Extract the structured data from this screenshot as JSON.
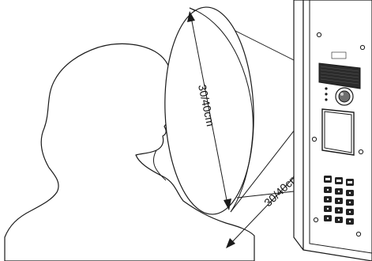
{
  "dimensions": {
    "cone_height": "30/40cm",
    "viewing_distance": "30/40cm"
  },
  "panel": {
    "brand_text": "",
    "keypad_keys": 15
  },
  "colors": {
    "line": "#1a1a1a",
    "panel_face": "#f2f2f2",
    "grille": "#2b2b2b",
    "keys": "#222222"
  }
}
